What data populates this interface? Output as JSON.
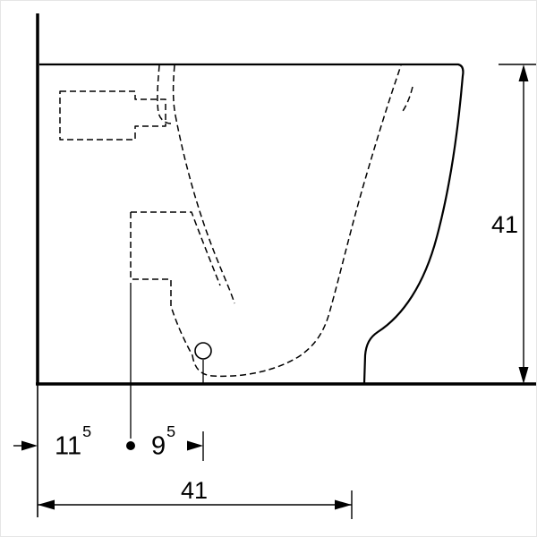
{
  "drawing": {
    "description": "Technical side-elevation dimension drawing of a floor-standing ceramic appliance against a wall, with hidden internal details shown dashed",
    "line_color": "#000000",
    "background_color": "#ffffff"
  },
  "dims": {
    "height": "41",
    "depth": "41",
    "wall_to_supply": {
      "main": "11",
      "sup": "5"
    },
    "supply_to_drain": {
      "main": "9",
      "sup": "5"
    }
  }
}
